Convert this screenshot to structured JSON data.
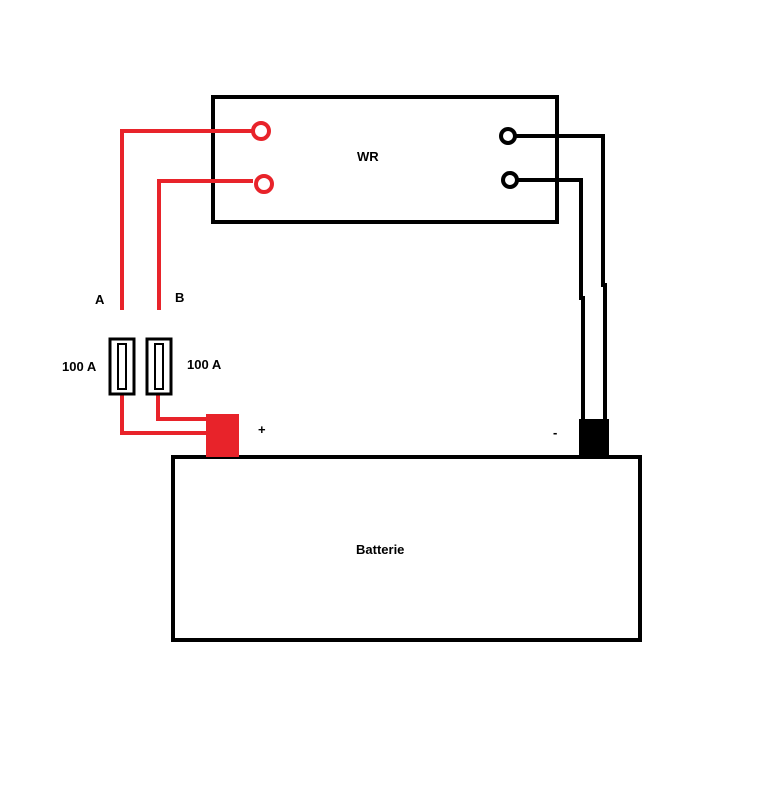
{
  "inverter": {
    "label": "WR"
  },
  "battery": {
    "label": "Batterie"
  },
  "cables": {
    "a_label": "A",
    "b_label": "B"
  },
  "fuses": {
    "a_rating": "100 A",
    "b_rating": "100 A"
  },
  "terminals": {
    "plus_label": "+",
    "minus_label": "-"
  },
  "colors": {
    "positive": "#e8232a",
    "negative": "#000000",
    "outline": "#000000"
  }
}
